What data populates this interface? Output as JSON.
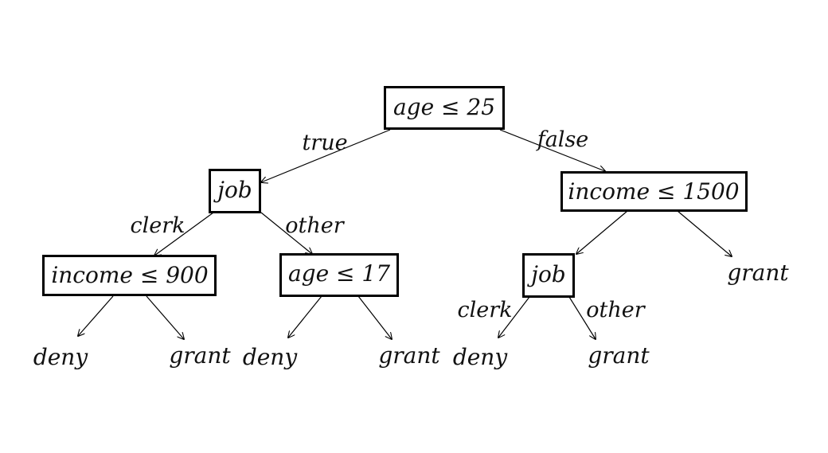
{
  "nodes": {
    "root": "age ≤ 25",
    "left_job": "job",
    "right_income": "income ≤ 1500",
    "ll_income": "income ≤ 900",
    "lr_age": "age ≤ 17",
    "rl_job": "job"
  },
  "edges": {
    "root_true": "true",
    "root_false": "false",
    "left_job_clerk": "clerk",
    "left_job_other": "other",
    "rl_job_clerk": "clerk",
    "rl_job_other": "other"
  },
  "leaves": {
    "ll_deny": "deny",
    "ll_grant": "grant",
    "lr_deny": "deny",
    "lr_grant": "grant",
    "rl_deny": "deny",
    "rl_grant": "grant",
    "r_grant": "grant"
  }
}
